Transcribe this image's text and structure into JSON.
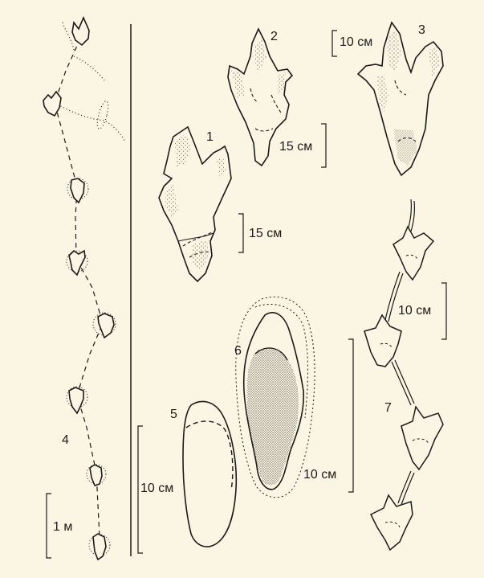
{
  "figure": {
    "background": "#fbf6e3",
    "ink": "#1a1a1a",
    "labels": {
      "n1": "1",
      "n2": "2",
      "n3": "3",
      "n4": "4",
      "n5": "5",
      "n6": "6",
      "n7": "7"
    },
    "scales": {
      "s1": "15 см",
      "s2": "15 см",
      "s3": "10 см",
      "s4": "1 м",
      "s5": "10 см",
      "s6": "10 см",
      "s7": "10 см"
    }
  }
}
